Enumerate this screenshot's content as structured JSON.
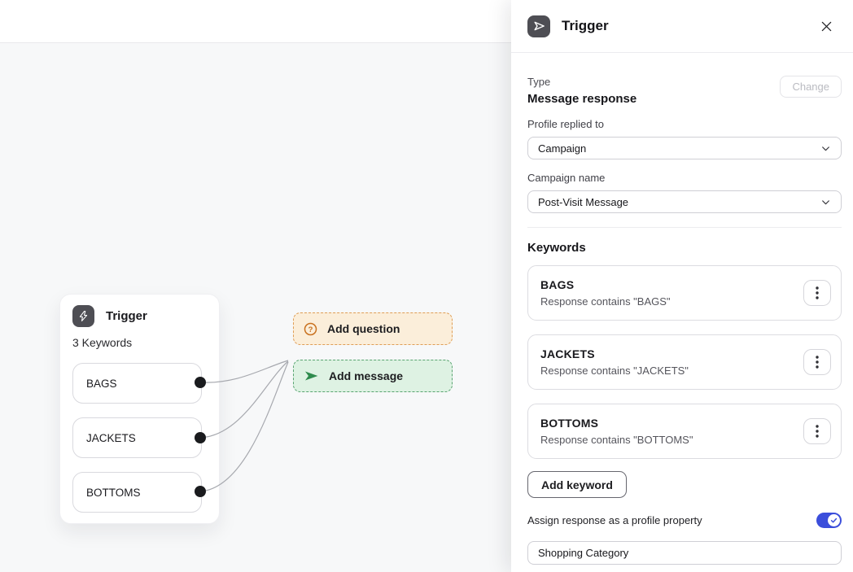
{
  "canvas": {
    "trigger_card": {
      "title": "Trigger",
      "subtitle": "3 Keywords",
      "keywords": [
        "BAGS",
        "JACKETS",
        "BOTTOMS"
      ]
    },
    "add_question_button": "Add question",
    "add_message_button": "Add message"
  },
  "panel": {
    "title": "Trigger",
    "type_label": "Type",
    "type_value": "Message response",
    "change_button": "Change",
    "profile_replied_label": "Profile replied to",
    "profile_replied_value": "Campaign",
    "campaign_name_label": "Campaign name",
    "campaign_name_value": "Post-Visit Message",
    "keywords_heading": "Keywords",
    "keywords": [
      {
        "name": "BAGS",
        "description": "Response contains \"BAGS\""
      },
      {
        "name": "JACKETS",
        "description": "Response contains \"JACKETS\""
      },
      {
        "name": "BOTTOMS",
        "description": "Response contains \"BOTTOMS\""
      }
    ],
    "add_keyword_button": "Add keyword",
    "assign_label": "Assign response as a profile property",
    "assign_toggle_state": "on",
    "property_input_value": "Shopping Category"
  },
  "colors": {
    "accent_blue": "#3b4edb",
    "question_orange": "#c9711f",
    "question_bg": "#fbeeda",
    "message_green": "#2e8b4d",
    "message_bg": "#def2e3",
    "icon_dark": "#4e4e54",
    "canvas_bg": "#f7f8f9"
  }
}
